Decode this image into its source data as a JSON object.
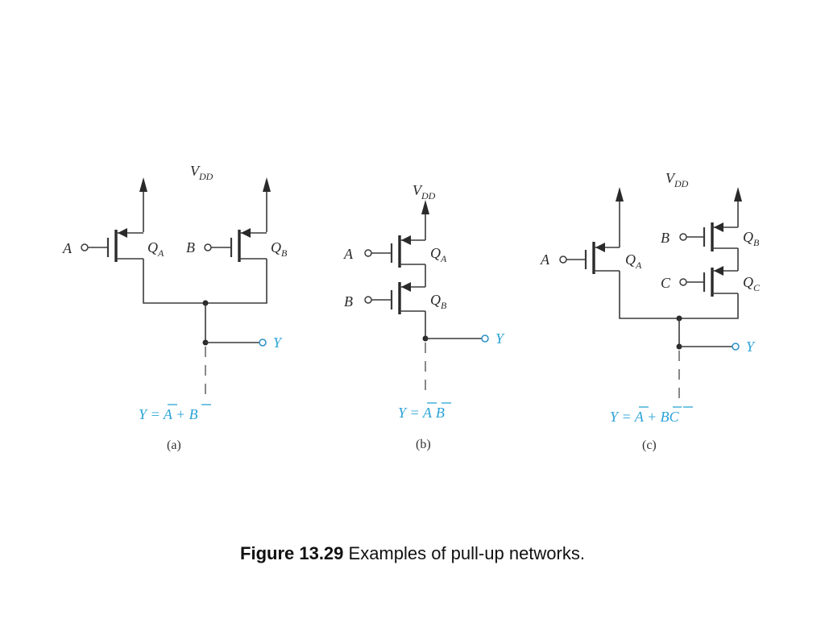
{
  "caption": {
    "number": "Figure 13.29",
    "text": " Examples of pull-up networks."
  },
  "panels": {
    "a": {
      "supply": {
        "main": "V",
        "sub": "DD"
      },
      "inputs": [
        "A",
        "B"
      ],
      "transistors": [
        {
          "main": "Q",
          "sub": "A"
        },
        {
          "main": "Q",
          "sub": "B"
        }
      ],
      "output": "Y",
      "equation": {
        "lhs": "Y = ",
        "t1": "A",
        "op": " + ",
        "t2": "B"
      },
      "label": "(a)"
    },
    "b": {
      "supply": {
        "main": "V",
        "sub": "DD"
      },
      "inputs": [
        "A",
        "B"
      ],
      "transistors": [
        {
          "main": "Q",
          "sub": "A"
        },
        {
          "main": "Q",
          "sub": "B"
        }
      ],
      "output": "Y",
      "equation": {
        "lhs": "Y = ",
        "t1": "A",
        "t2": "B"
      },
      "label": "(b)"
    },
    "c": {
      "supply": {
        "main": "V",
        "sub": "DD"
      },
      "inputs": [
        "A",
        "B",
        "C"
      ],
      "transistors": [
        {
          "main": "Q",
          "sub": "A"
        },
        {
          "main": "Q",
          "sub": "B"
        },
        {
          "main": "Q",
          "sub": "C"
        }
      ],
      "output": "Y",
      "equation": {
        "lhs": "Y = ",
        "t1": "A",
        "op": " + ",
        "t2": "BC"
      },
      "label": "(c)"
    }
  },
  "colors": {
    "wire": "#3a3a3a",
    "equation": "#2aa3d6",
    "caption": "#111111"
  }
}
